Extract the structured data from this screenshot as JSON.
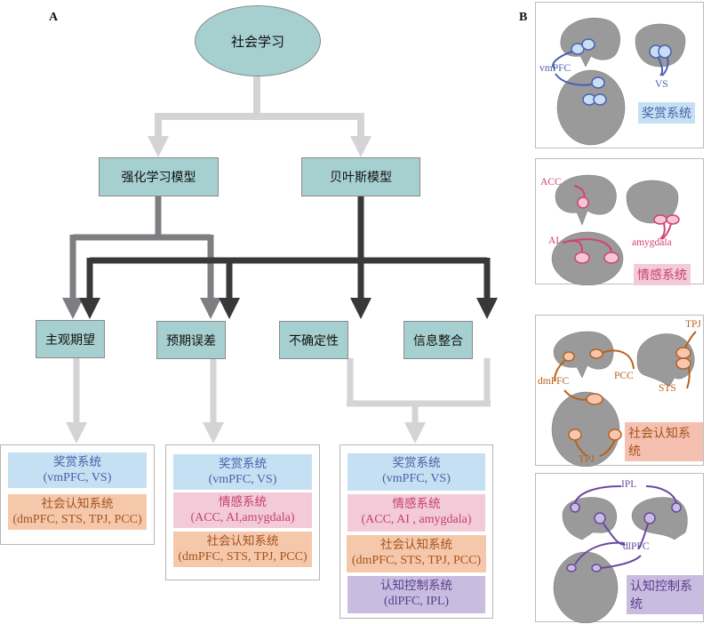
{
  "panel_a": {
    "label": "A",
    "root": "社会学习",
    "models": [
      {
        "id": "rl",
        "label": "强化学习模型"
      },
      {
        "id": "bayes",
        "label": "贝叶斯模型"
      }
    ],
    "concepts": [
      {
        "id": "expectation",
        "label": "主观期望"
      },
      {
        "id": "prediction_error",
        "label": "预期误差"
      },
      {
        "id": "uncertainty",
        "label": "不确定性"
      },
      {
        "id": "integration",
        "label": "信息整合"
      }
    ],
    "system_groups": [
      {
        "systems": [
          {
            "type": "reward",
            "name": "奖赏系统",
            "regions": "(vmPFC, VS)"
          },
          {
            "type": "social",
            "name": "社会认知系统",
            "regions": "(dmPFC, STS, TPJ, PCC)"
          }
        ]
      },
      {
        "systems": [
          {
            "type": "reward",
            "name": "奖赏系统",
            "regions": "(vmPFC, VS)"
          },
          {
            "type": "emotion",
            "name": "情感系统",
            "regions": "(ACC, AI,amygdala)"
          },
          {
            "type": "social",
            "name": "社会认知系统",
            "regions": "(dmPFC, STS, TPJ, PCC)"
          }
        ]
      },
      {
        "systems": [
          {
            "type": "reward",
            "name": "奖赏系统",
            "regions": "(vmPFC, VS)"
          },
          {
            "type": "emotion",
            "name": "情感系统",
            "regions": "(ACC, AI , amygdala)"
          },
          {
            "type": "social",
            "name": "社会认知系统",
            "regions": "(dmPFC, STS, TPJ, PCC)"
          },
          {
            "type": "control",
            "name": "认知控制系统",
            "regions": "(dlPFC, IPL)"
          }
        ]
      }
    ],
    "colors": {
      "node_fill": "#a6cfcf",
      "arrow_light": "#d4d3d6",
      "arrow_rl": "#7f7d82",
      "arrow_bayes": "#383838"
    }
  },
  "panel_b": {
    "label": "B",
    "panels": [
      {
        "system": "奖赏系统",
        "type": "reward",
        "regions": [
          "vmPFC",
          "VS"
        ],
        "color": "#4a5fb0"
      },
      {
        "system": "情感系统",
        "type": "emotion",
        "regions": [
          "ACC",
          "AI",
          "amygdala"
        ],
        "color": "#d2436f"
      },
      {
        "system": "社会认知系统",
        "type": "social",
        "regions": [
          "TPJ",
          "dmPFC",
          "PCC",
          "STS",
          "TPJ"
        ],
        "color": "#b8621e"
      },
      {
        "system": "认知控制系统",
        "type": "control",
        "regions": [
          "IPL",
          "dlPFC"
        ],
        "color": "#6a48a0"
      }
    ]
  }
}
